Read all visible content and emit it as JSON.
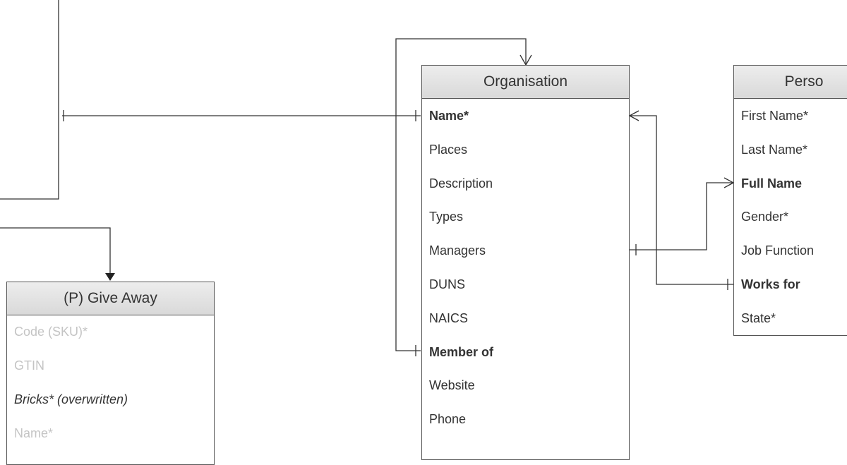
{
  "organisation": {
    "title": "Organisation",
    "fields": [
      {
        "label": "Name*",
        "style": "bold"
      },
      {
        "label": "Places",
        "style": ""
      },
      {
        "label": "Description",
        "style": ""
      },
      {
        "label": "Types",
        "style": ""
      },
      {
        "label": "Managers",
        "style": ""
      },
      {
        "label": "DUNS",
        "style": ""
      },
      {
        "label": "NAICS",
        "style": ""
      },
      {
        "label": "Member of",
        "style": "bold"
      },
      {
        "label": "Website",
        "style": ""
      },
      {
        "label": "Phone",
        "style": ""
      }
    ]
  },
  "person": {
    "title": "Perso",
    "fields": [
      {
        "label": "First Name*",
        "style": ""
      },
      {
        "label": "Last Name*",
        "style": ""
      },
      {
        "label": "Full Name",
        "style": "bold"
      },
      {
        "label": "Gender*",
        "style": ""
      },
      {
        "label": "Job Function",
        "style": ""
      },
      {
        "label": "Works for",
        "style": "bold"
      },
      {
        "label": "State*",
        "style": ""
      }
    ]
  },
  "give_away": {
    "title": "(P) Give Away",
    "fields": [
      {
        "label": "Code (SKU)*",
        "style": "faded"
      },
      {
        "label": "GTIN",
        "style": "faded"
      },
      {
        "label": "Bricks* (overwritten)",
        "style": "italic"
      },
      {
        "label": "Name*",
        "style": "faded"
      }
    ]
  },
  "colors": {
    "line": "#333333",
    "header": "#e2e2e2",
    "faded_text": "#c4c4c4"
  }
}
